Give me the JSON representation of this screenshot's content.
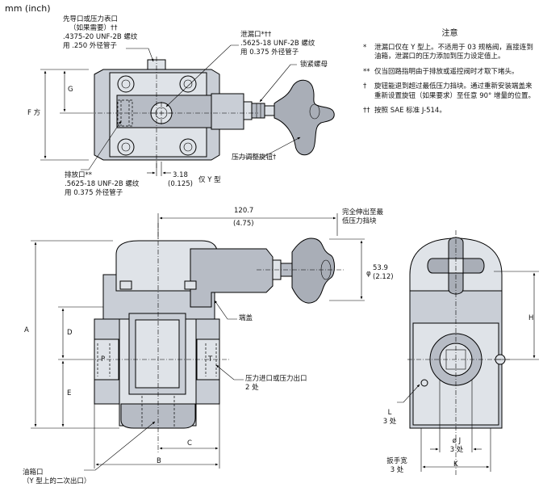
{
  "unit_label": "mm (inch)",
  "notes": {
    "title": "注意",
    "items": [
      {
        "mark": "*",
        "text": "泄漏口仅在 Y 型上。不适用于 03 规格阀，直接连到油箱，泄漏口的压力添加到压力设定值上。"
      },
      {
        "mark": "**",
        "text": "仅当回路指明由于排放或遥控阀时才取下堵头。"
      },
      {
        "mark": "†",
        "text": "旋钮能退到超过最低压力挡块。通过重新安装端盖来重新设置旋钮（如果要求）至任意 90° 增量的位置。"
      },
      {
        "mark": "††",
        "text": "按照 SAE 标准 J-514。"
      }
    ]
  },
  "top_view": {
    "pilot_port": [
      "先导口或压力表口",
      "（如果需要）††",
      ".4375-20 UNF-2B 螺纹",
      "用 .250 外径管子"
    ],
    "drain_port": [
      "泄漏口*††",
      ".5625-18 UNF-2B 螺纹",
      "用 0.375 外径管子"
    ],
    "lock_nut": "锁紧螺母",
    "adjust_knob": "压力调整旋钮†",
    "vent_port": [
      "排放口**",
      ".5625-18 UNF-2B 螺纹",
      "用 0.375 外径管子"
    ],
    "offset_dim": [
      "3.18",
      "(0.125)"
    ],
    "offset_note": "仅 Y 型",
    "dim_g": "G",
    "dim_f": "F 方"
  },
  "front_view": {
    "dim_width": [
      "120.7",
      "(4.75)"
    ],
    "full_extension": [
      "完全伸出至最",
      "低压力挡块"
    ],
    "dim_knob": [
      "53.9",
      "(2.12)"
    ],
    "knob_phi": "φ",
    "end_cap": "端盖",
    "pressure_port": [
      "压力进口或压力出口",
      "2 处"
    ],
    "drain_bottom": [
      "油箱口",
      "（Y 型上的二次出口）"
    ],
    "dim_a": "A",
    "dim_b": "B",
    "dim_c": "C",
    "dim_d": "D",
    "dim_e": "E",
    "port_p": "P",
    "port_t": "T"
  },
  "side_view": {
    "dim_h": "H",
    "dim_l": [
      "L",
      "3 处"
    ],
    "dim_j": [
      "ø J",
      "3 处"
    ],
    "wrench": [
      "扳手宽",
      "3 处"
    ],
    "dim_k": "K"
  }
}
